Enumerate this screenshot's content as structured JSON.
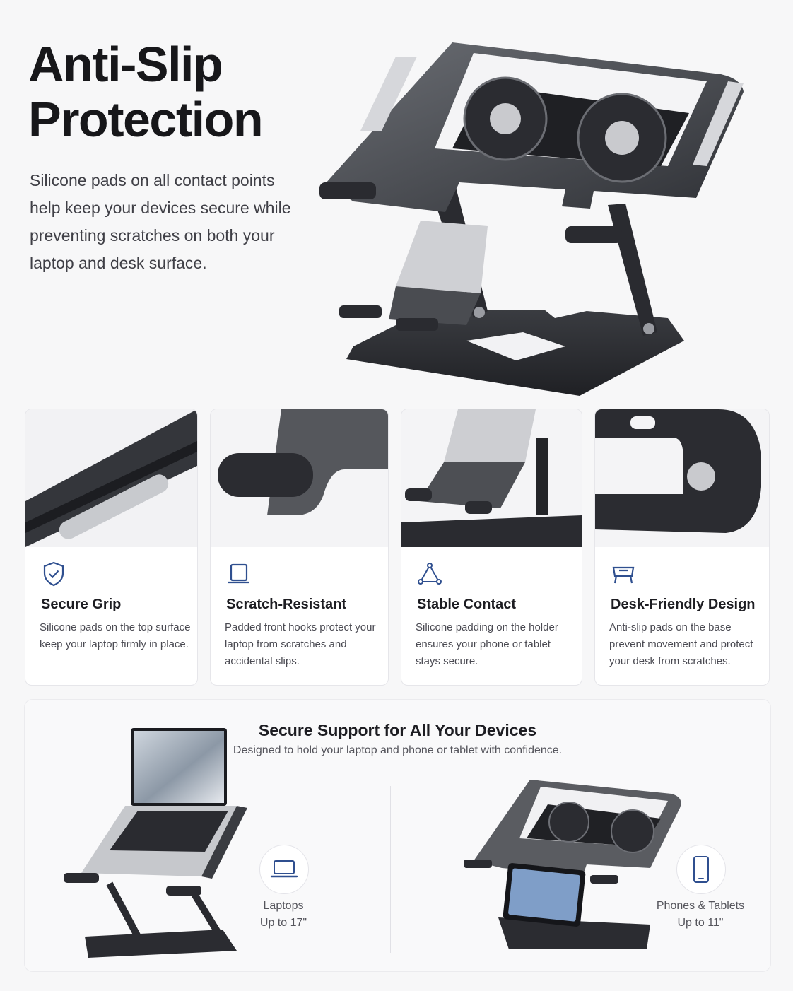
{
  "hero": {
    "title_line1": "Anti-Slip",
    "title_line2": "Protection",
    "description": "Silicone pads on all contact points help keep your devices secure while preventing scratches on both your laptop and desk surface."
  },
  "features": [
    {
      "icon": "shield-check-icon",
      "title": "Secure Grip",
      "text": "Silicone pads on the top surface keep your laptop firmly in place."
    },
    {
      "icon": "laptop-outline-icon",
      "title": "Scratch-Resistant",
      "text": "Padded front hooks protect your laptop from scratches and accidental slips."
    },
    {
      "icon": "triangle-nodes-icon",
      "title": "Stable Contact",
      "text": "Silicone padding on the holder ensures your phone or tablet stays secure."
    },
    {
      "icon": "desk-icon",
      "title": "Desk-Friendly Design",
      "text": "Anti-slip pads on the base prevent movement and protect your desk from scratches."
    }
  ],
  "support": {
    "title": "Secure Support for All Your Devices",
    "subtitle": "Designed to hold your laptop and phone or tablet with confidence.",
    "devices": [
      {
        "icon": "laptop-icon",
        "label": "Laptops",
        "size": "Up to 17\""
      },
      {
        "icon": "phone-icon",
        "label": "Phones & Tablets",
        "size": "Up to 11\""
      }
    ]
  },
  "colors": {
    "accent": "#2f4f8f",
    "card_bg": "#ffffff",
    "page_bg": "#f7f7f8"
  }
}
